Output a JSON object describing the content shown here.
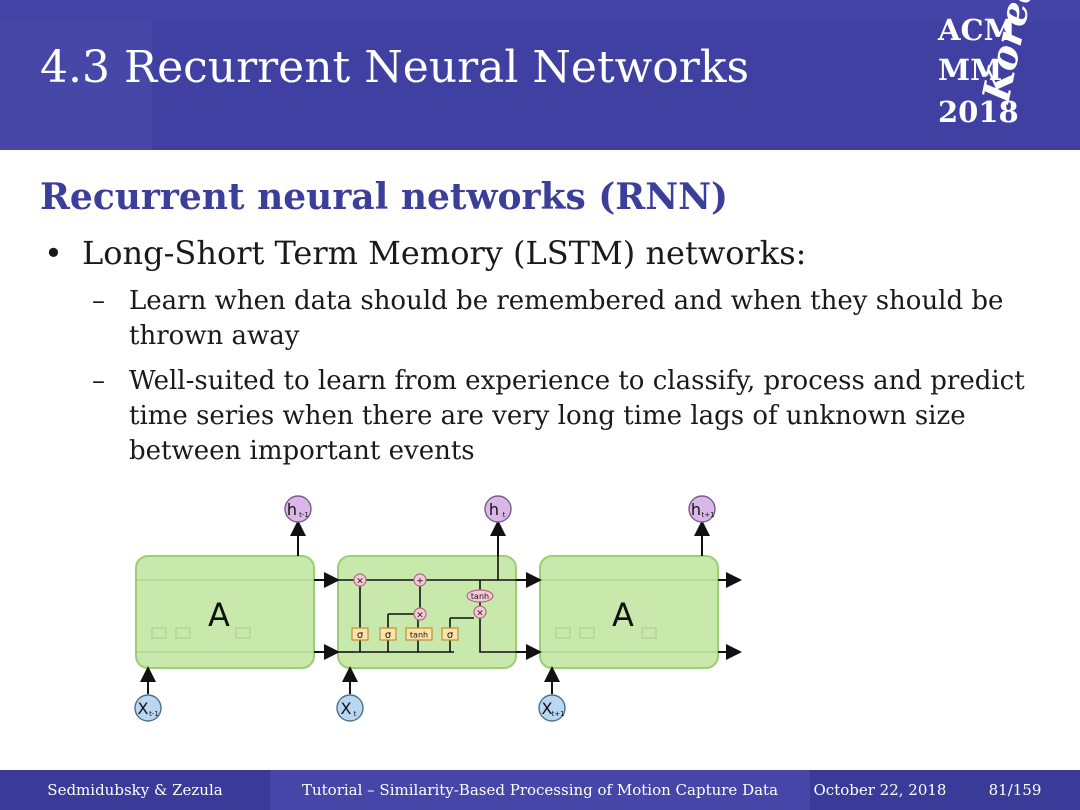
{
  "header": {
    "title": "4.3 Recurrent Neural Networks",
    "logo": {
      "line1": "ACM",
      "line2": "MM",
      "line3": "2018",
      "script": "Korea"
    }
  },
  "content": {
    "heading": "Recurrent neural networks (RNN)",
    "bullet": "Long-Short Term Memory (LSTM) networks:",
    "subbullets": [
      "Learn when data should be remembered and when they should be thrown away",
      "Well-suited to learn from experience to classify, process and predict time series when there are very long time lags of unknown size between important events"
    ]
  },
  "diagram": {
    "cell_label_left": "A",
    "cell_label_right": "A",
    "outputs": [
      "h",
      "h",
      "h"
    ],
    "output_subscripts": [
      "t-1",
      "t",
      "t+1"
    ],
    "inputs": [
      "X",
      "X",
      "X"
    ],
    "input_subscripts": [
      "t-1",
      "t",
      "t+1"
    ],
    "gates": [
      "σ",
      "σ",
      "tanh",
      "σ"
    ],
    "op_tanh": "tanh",
    "op_multiply": "×",
    "op_add": "+"
  },
  "footer": {
    "authors": "Sedmidubsky & Zezula",
    "talk": "Tutorial – Similarity-Based Processing of Motion Capture Data",
    "date": "October 22, 2018",
    "page": "81/159"
  },
  "colors": {
    "header_bg": "#3f40a2",
    "heading_color": "#3b3f9a",
    "cell_fill": "#c9e8ab",
    "cell_stroke": "#9ccf71",
    "gate_fill": "#fde3a7",
    "op_fill": "#f6c9d8",
    "io_fill_top": "#d9b8e8",
    "io_fill_bottom": "#b9d7f0"
  }
}
